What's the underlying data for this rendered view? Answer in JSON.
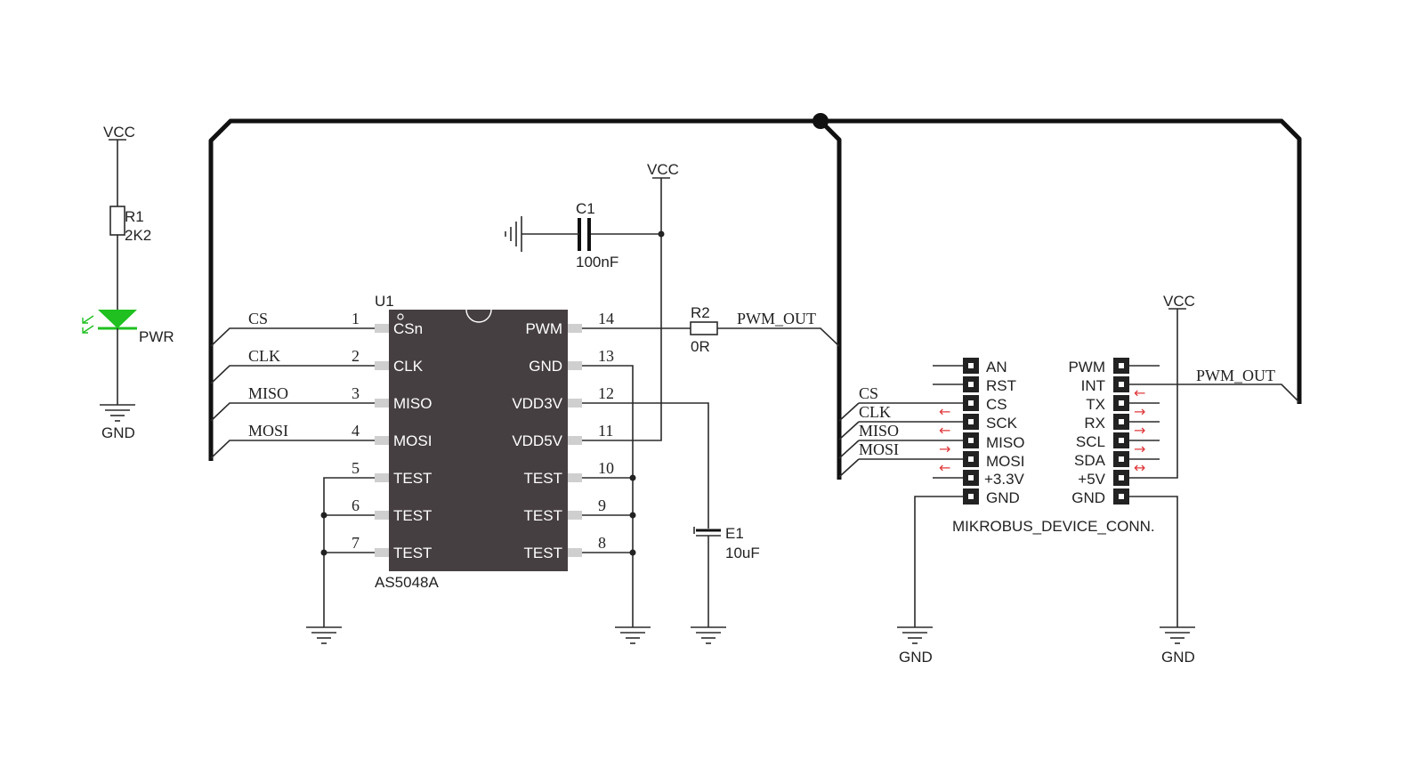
{
  "labels": {
    "vcc": "VCC",
    "gnd": "GND",
    "r1_ref": "R1",
    "r1_val": "2K2",
    "led_label": "PWR",
    "u1_ref": "U1",
    "u1_part": "AS5048A",
    "c1_ref": "C1",
    "c1_val": "100nF",
    "r2_ref": "R2",
    "r2_val": "0R",
    "e1_ref": "E1",
    "e1_val": "10uF",
    "pwm_out": "PWM_OUT",
    "connector": "MIKROBUS_DEVICE_CONN."
  },
  "u1_left_pins": [
    {
      "num": "1",
      "name": "CSn",
      "net": "CS"
    },
    {
      "num": "2",
      "name": "CLK",
      "net": "CLK"
    },
    {
      "num": "3",
      "name": "MISO",
      "net": "MISO"
    },
    {
      "num": "4",
      "name": "MOSI",
      "net": "MOSI"
    },
    {
      "num": "5",
      "name": "TEST",
      "net": ""
    },
    {
      "num": "6",
      "name": "TEST",
      "net": ""
    },
    {
      "num": "7",
      "name": "TEST",
      "net": ""
    }
  ],
  "u1_right_pins": [
    {
      "num": "14",
      "name": "PWM"
    },
    {
      "num": "13",
      "name": "GND"
    },
    {
      "num": "12",
      "name": "VDD3V"
    },
    {
      "num": "11",
      "name": "VDD5V"
    },
    {
      "num": "10",
      "name": "TEST"
    },
    {
      "num": "9",
      "name": "TEST"
    },
    {
      "num": "8",
      "name": "TEST"
    }
  ],
  "bus_nets": [
    "CS",
    "CLK",
    "MISO",
    "MOSI"
  ],
  "mikrobus_left": [
    {
      "name": "AN",
      "arrow": ""
    },
    {
      "name": "RST",
      "arrow": ""
    },
    {
      "name": "CS",
      "arrow": "←"
    },
    {
      "name": "SCK",
      "arrow": "←"
    },
    {
      "name": "MISO",
      "arrow": "→"
    },
    {
      "name": "MOSI",
      "arrow": "←"
    },
    {
      "name": "+3.3V",
      "arrow": ""
    },
    {
      "name": "GND",
      "arrow": ""
    }
  ],
  "mikrobus_right": [
    {
      "name": "PWM",
      "arrow": ""
    },
    {
      "name": "INT",
      "arrow": "←"
    },
    {
      "name": "TX",
      "arrow": "→"
    },
    {
      "name": "RX",
      "arrow": "→"
    },
    {
      "name": "SCL",
      "arrow": "→"
    },
    {
      "name": "SDA",
      "arrow": "↔"
    },
    {
      "name": "+5V",
      "arrow": ""
    },
    {
      "name": "GND",
      "arrow": ""
    }
  ],
  "colors": {
    "chip_fill": "#463f41",
    "led_green": "#1fc01f",
    "arrow_red": "#e0383b",
    "wire": "#2b2b2b"
  }
}
